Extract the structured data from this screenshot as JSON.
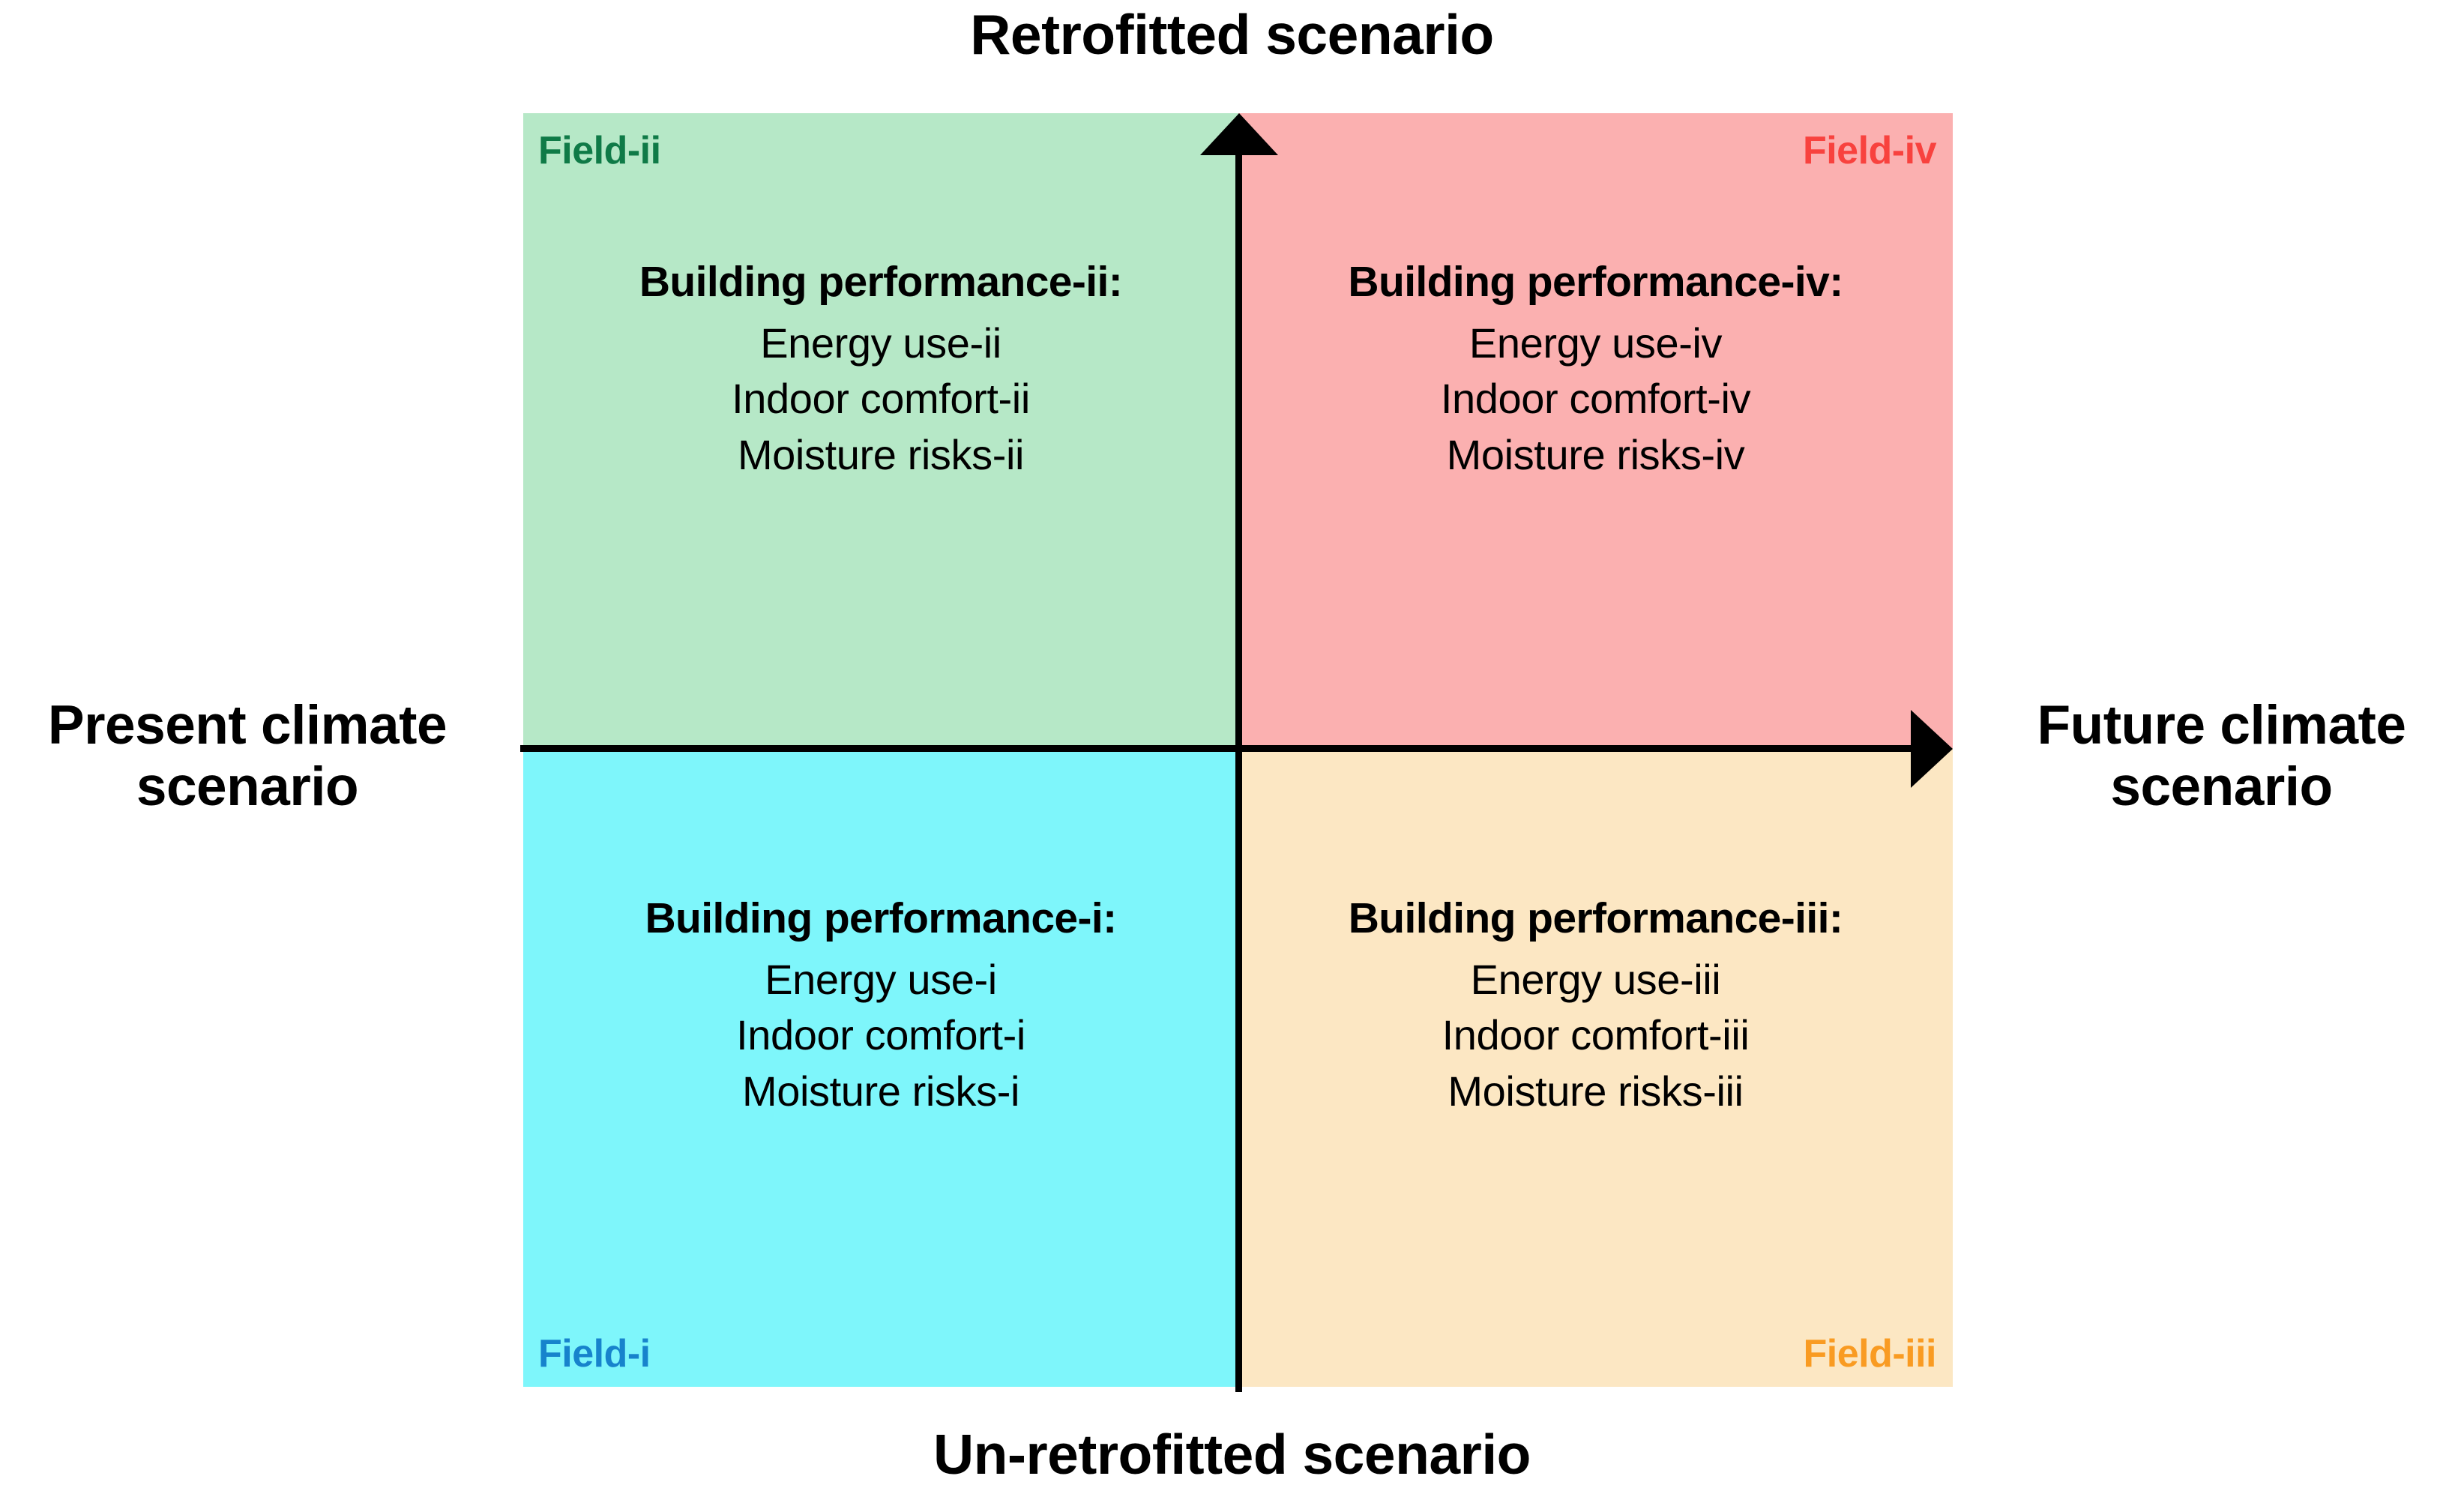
{
  "diagram": {
    "axes": {
      "top_label": "Retrofitted scenario",
      "bottom_label": "Un-retrofitted scenario",
      "left_label_line1": "Present climate",
      "left_label_line2": "scenario",
      "right_label_line1": "Future climate",
      "right_label_line2": "scenario",
      "vertical_arrow_direction": "up",
      "horizontal_arrow_direction": "right",
      "axis_color": "#000000"
    },
    "quadrants": [
      {
        "id": "field-ii",
        "position": "top-left",
        "field_label": "Field-ii",
        "field_label_color": "#0f7a47",
        "background_color": "#b6e8c7",
        "heading": "Building performance-ii:",
        "lines": [
          "Energy use-ii",
          "Indoor comfort-ii",
          "Moisture risks-ii"
        ]
      },
      {
        "id": "field-iv",
        "position": "top-right",
        "field_label": "Field-iv",
        "field_label_color": "#f8423e",
        "background_color": "#fbb0b0",
        "heading": "Building performance-iv:",
        "lines": [
          "Energy use-iv",
          "Indoor comfort-iv",
          "Moisture risks-iv"
        ]
      },
      {
        "id": "field-i",
        "position": "bottom-left",
        "field_label": "Field-i",
        "field_label_color": "#1783cc",
        "background_color": "#7ef6fb",
        "heading": "Building performance-i:",
        "lines": [
          "Energy use-i",
          "Indoor comfort-i",
          "Moisture risks-i"
        ]
      },
      {
        "id": "field-iii",
        "position": "bottom-right",
        "field_label": "Field-iii",
        "field_label_color": "#f99b22",
        "background_color": "#fce7c3",
        "heading": "Building performance-iii:",
        "lines": [
          "Energy use-iii",
          "Indoor comfort-iii",
          "Moisture risks-iii"
        ]
      }
    ]
  }
}
